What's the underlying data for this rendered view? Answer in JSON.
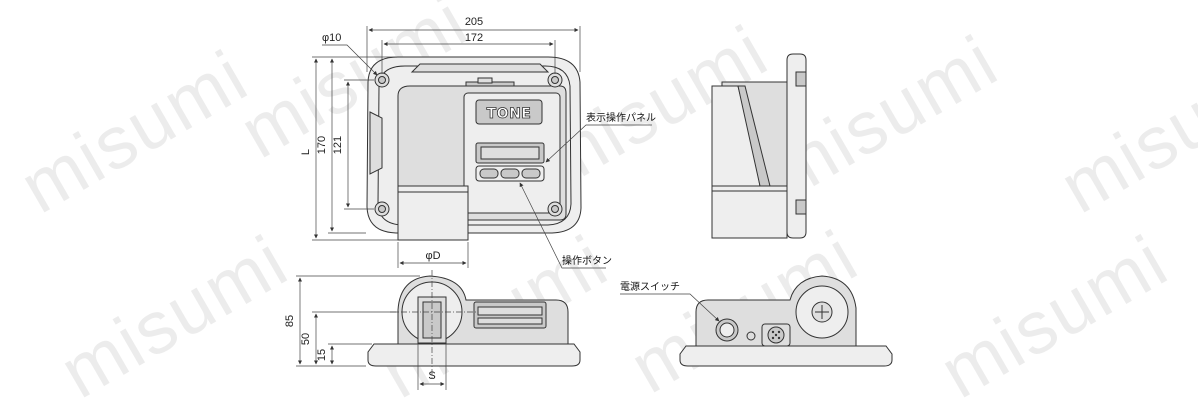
{
  "watermark": "misumi",
  "dimensions": {
    "overall_width": "205",
    "hole_pitch_width": "172",
    "hole_diameter": "φ10",
    "length": "L",
    "height_outer": "170",
    "height_inner": "121",
    "drive_diameter": "φD",
    "total_height": "85",
    "axis_height": "50",
    "base_height": "15",
    "square_drive": "S"
  },
  "callouts": {
    "display_panel": "表示操作パネル",
    "operation_buttons": "操作ボタン",
    "power_switch": "電源スイッチ"
  },
  "brand": "TONE",
  "colors": {
    "line": "#333333",
    "fill_light": "#eeeeee",
    "fill_mid": "#dedede",
    "fill_dark": "#c9c9c9",
    "watermark": "#d7d7d7"
  }
}
